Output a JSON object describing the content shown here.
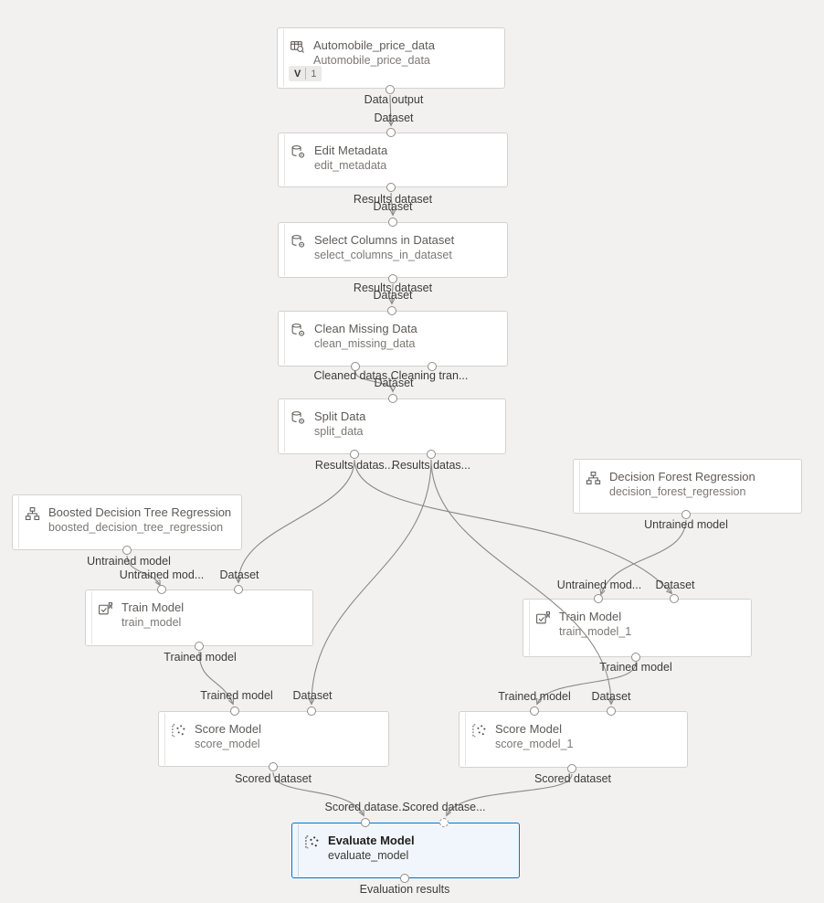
{
  "app": {
    "accent_color": "#0078d4",
    "canvas_background": "#f2f1ef",
    "edge_color": "#8a8886"
  },
  "nodes": [
    {
      "title": "Automobile_price_data",
      "subtitle": "Automobile_price_data",
      "icon": "table-search-icon",
      "badge": {
        "version_label": "V",
        "version_value": "1"
      },
      "selected": false
    },
    {
      "title": "Edit Metadata",
      "subtitle": "edit_metadata",
      "icon": "database-gear-icon",
      "selected": false
    },
    {
      "title": "Select Columns in Dataset",
      "subtitle": "select_columns_in_dataset",
      "icon": "database-gear-icon",
      "selected": false
    },
    {
      "title": "Clean Missing Data",
      "subtitle": "clean_missing_data",
      "icon": "database-gear-icon",
      "selected": false
    },
    {
      "title": "Split Data",
      "subtitle": "split_data",
      "icon": "database-gear-icon",
      "selected": false
    },
    {
      "title": "Boosted Decision Tree Regression",
      "subtitle": "boosted_decision_tree_regression",
      "icon": "tree-diagram-icon",
      "selected": false
    },
    {
      "title": "Decision Forest Regression",
      "subtitle": "decision_forest_regression",
      "icon": "tree-diagram-icon",
      "selected": false
    },
    {
      "title": "Train Model",
      "subtitle": "train_model",
      "icon": "train-model-icon",
      "selected": false
    },
    {
      "title": "Train Model",
      "subtitle": "train_model_1",
      "icon": "train-model-icon",
      "selected": false
    },
    {
      "title": "Score Model",
      "subtitle": "score_model",
      "icon": "scatter-plot-icon",
      "selected": false
    },
    {
      "title": "Score Model",
      "subtitle": "score_model_1",
      "icon": "scatter-plot-icon",
      "selected": false
    },
    {
      "title": "Evaluate Model",
      "subtitle": "evaluate_model",
      "icon": "scatter-plot-icon",
      "selected": true
    }
  ],
  "port_labels": [
    "Data output",
    "Dataset",
    "Results dataset",
    "Dataset",
    "Results dataset",
    "Dataset",
    "Cleaned datas...",
    "Cleaning tran...",
    "Dataset",
    "Results datas...",
    "Results datas...",
    "Untrained model",
    "Untrained mod...",
    "Dataset",
    "Untrained model",
    "Untrained mod...",
    "Dataset",
    "Trained model",
    "Trained model",
    "Dataset",
    "Trained model",
    "Trained model",
    "Dataset",
    "Scored dataset",
    "Scored dataset",
    "Scored datase...",
    "Scored datase...",
    "Evaluation results"
  ]
}
